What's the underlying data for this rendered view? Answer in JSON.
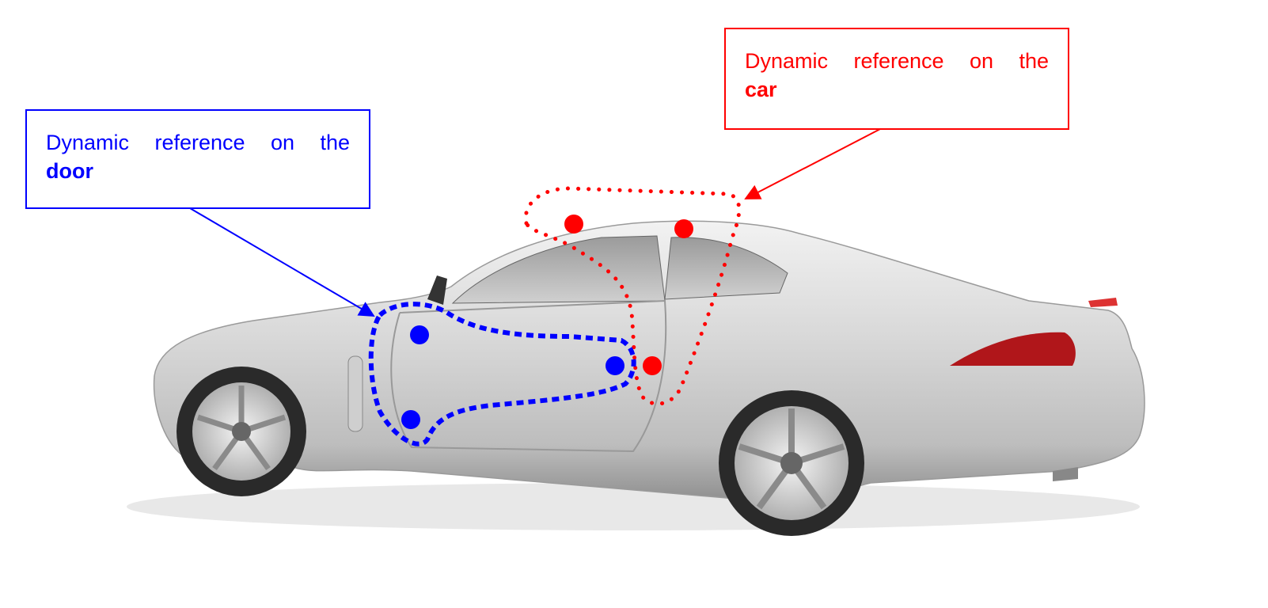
{
  "callouts": {
    "door": {
      "line1": "Dynamic reference on the",
      "line2": "door",
      "color": "#0000ff"
    },
    "car": {
      "line1": "Dynamic reference on the",
      "line2": "car",
      "color": "#ff0000"
    }
  },
  "image": {
    "subject": "car-photo"
  }
}
